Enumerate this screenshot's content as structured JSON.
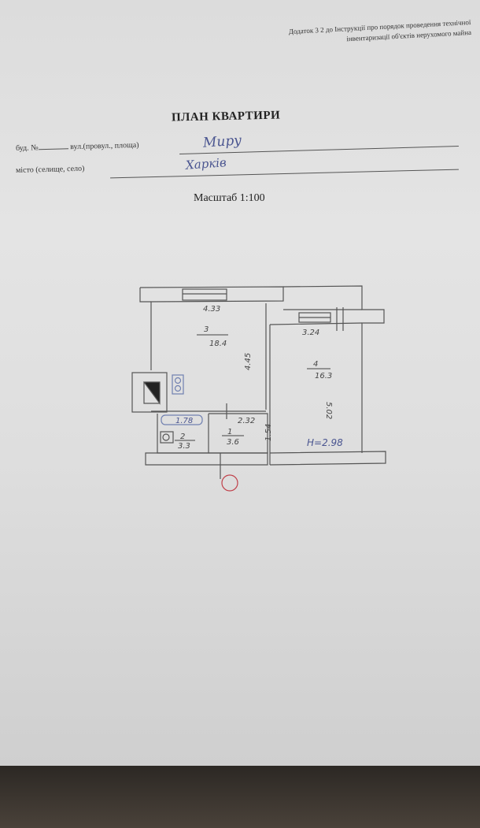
{
  "header": {
    "annex_line1": "Додаток 3 2 до Інструкції про порядок проведення технічної",
    "annex_line2": "інвентаризації об'єктів нерухомого майна"
  },
  "title": "ПЛАН КВАРТИРИ",
  "fields": {
    "building_label": "буд. №",
    "street_label": "вул.(провул., площа)",
    "street_value": "Миру",
    "city_label": "місто (селище, село)",
    "city_value": "Харків"
  },
  "scale": "Масштаб 1:100",
  "plan": {
    "room3_number": "3",
    "room3_area": "18.4",
    "room3_width": "4.33",
    "room3_length": "4.45",
    "room4_number": "4",
    "room4_area": "16.3",
    "room4_width": "3.24",
    "room4_length": "5.02",
    "room1_number": "1",
    "room1_area": "3.6",
    "room1_width": "2.32",
    "room1_length": "1.54",
    "room2_number": "2",
    "room2_area": "3.3",
    "bath_length": "1.78",
    "height": "H=2.98"
  },
  "colors": {
    "ink": "#4a5590",
    "stamp": "#c0404a"
  }
}
